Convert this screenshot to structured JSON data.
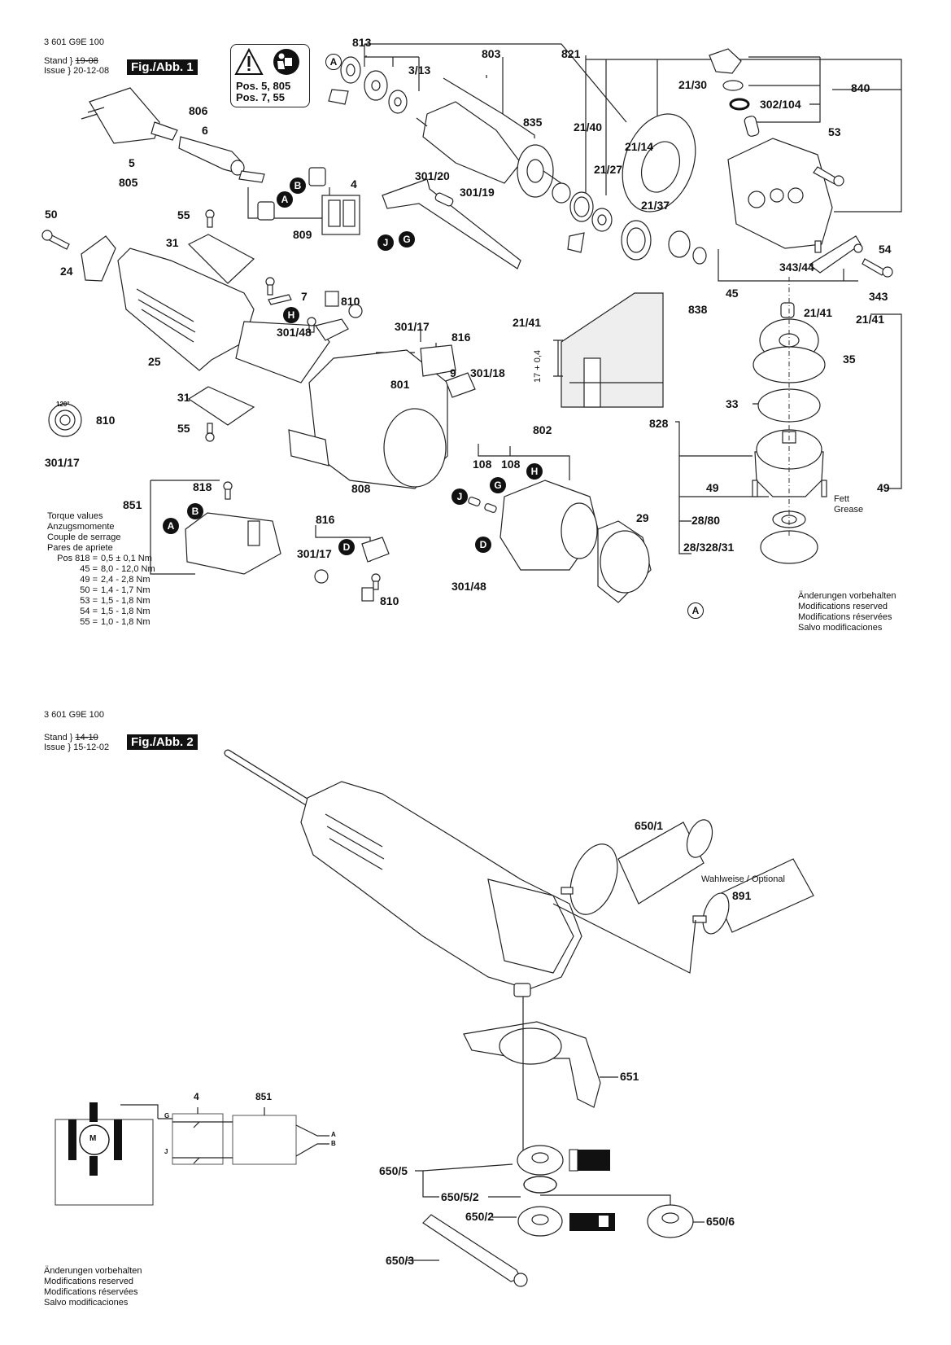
{
  "fig1": {
    "doc_number": "3 601 G9E 100",
    "stand_label": "Stand",
    "issue_label": "Issue",
    "stand_old": "19-08",
    "issue_date": "20-12-08",
    "figure_title": "Fig./Abb. 1",
    "warning_box": {
      "icons": [
        "warning-triangle-icon",
        "read-manual-icon"
      ],
      "line1": "Pos. 5, 805",
      "line2": "Pos. 7, 55"
    },
    "part_labels": [
      "813",
      "803",
      "821",
      "3/13",
      "835",
      "21/40",
      "21/27",
      "21/14",
      "21/37",
      "21/30",
      "840",
      "302/104",
      "53",
      "54",
      "343/44",
      "343",
      "45",
      "838",
      "21/41",
      "35",
      "33",
      "828",
      "49",
      "28/80",
      "28/328/31",
      "806",
      "6",
      "5",
      "805",
      "4",
      "809",
      "301/20",
      "301/19",
      "50",
      "55",
      "31",
      "24",
      "25",
      "7",
      "810",
      "301/48",
      "301/17",
      "816",
      "9",
      "301/18",
      "801",
      "802",
      "108",
      "29",
      "808",
      "818",
      "851"
    ],
    "callouts": [
      "A",
      "B",
      "G",
      "J",
      "H",
      "D"
    ],
    "section_dimension": "17 + 0,4",
    "spring_angle": "120°",
    "grease_note": [
      "Fett",
      "Grease"
    ],
    "torque": {
      "headings": [
        "Torque values",
        "Anzugsmomente",
        "Couple de serrage",
        "Pares de apriete"
      ],
      "rows": [
        {
          "pos": "Pos 818 =",
          "value": "0,5 ± 0,1 Nm"
        },
        {
          "pos": "45 =",
          "value": "8,0 - 12,0 Nm"
        },
        {
          "pos": "49 =",
          "value": "2,4 - 2,8 Nm"
        },
        {
          "pos": "50 =",
          "value": "1,4 - 1,7 Nm"
        },
        {
          "pos": "53 =",
          "value": "1,5 - 1,8 Nm"
        },
        {
          "pos": "54 =",
          "value": "1,5 - 1,8 Nm"
        },
        {
          "pos": "55 =",
          "value": "1,0 - 1,8 Nm"
        }
      ]
    },
    "modifications": [
      "Änderungen vorbehalten",
      "Modifications reserved",
      "Modifications réservées",
      "Salvo modificaciones"
    ]
  },
  "fig2": {
    "doc_number": "3 601 G9E 100",
    "stand_label": "Stand",
    "issue_label": "Issue",
    "stand_old": "14-10",
    "issue_date": "15-12-02",
    "figure_title": "Fig./Abb. 2",
    "part_labels": [
      "650/1",
      "891",
      "651",
      "650/5",
      "650/5/2",
      "650/2",
      "650/6",
      "650/3"
    ],
    "optional_note": "Wahlweise / Optional",
    "wiring": {
      "motor_label": "M",
      "switch_label": "4",
      "filter_label": "851",
      "terminals": [
        "G",
        "J"
      ],
      "outputs": [
        "A",
        "B"
      ]
    },
    "modifications": [
      "Änderungen vorbehalten",
      "Modifications reserved",
      "Modifications réservées",
      "Salvo modificaciones"
    ]
  }
}
